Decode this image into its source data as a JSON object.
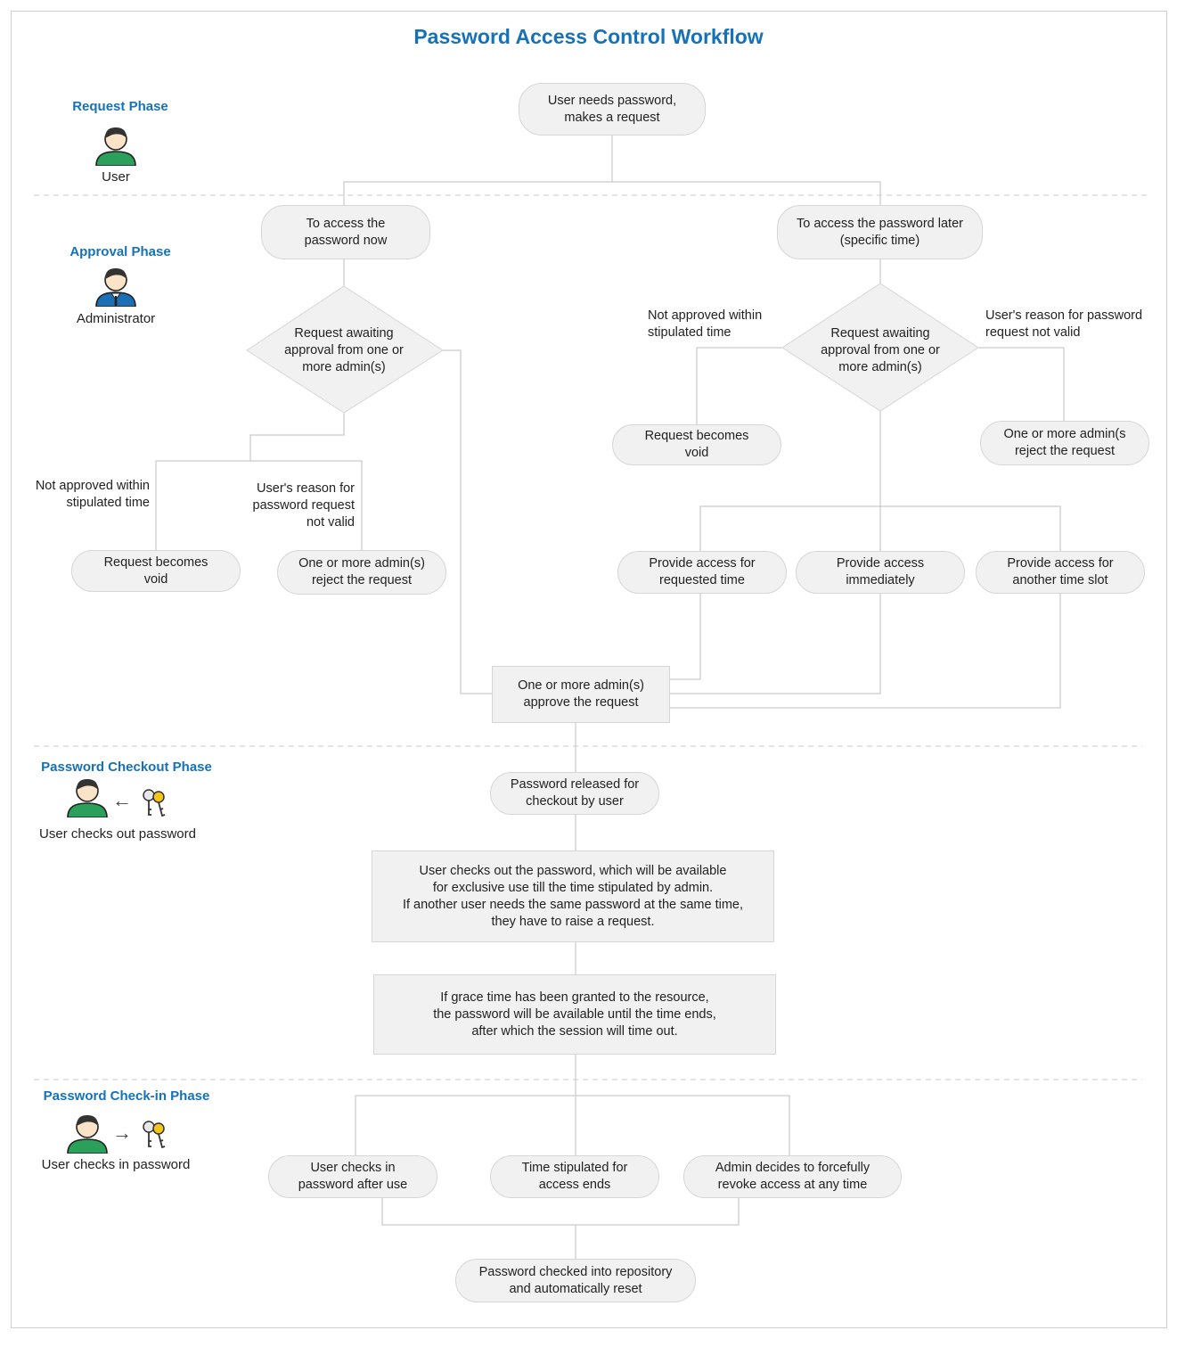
{
  "title": "Password Access Control Workflow",
  "phases": {
    "request": {
      "label": "Request Phase",
      "role": "User"
    },
    "approval": {
      "label": "Approval Phase",
      "role": "Administrator"
    },
    "checkout": {
      "label": "Password Checkout Phase",
      "role": "User checks out password"
    },
    "checkin": {
      "label": "Password Check-in Phase",
      "role": "User checks in password"
    }
  },
  "nodes": {
    "start": "User needs password,\nmakes a request",
    "access_now": "To access the\npassword now",
    "access_later": "To access the password later\n(specific time)",
    "decision_left": "Request awaiting\napproval from one or\nmore admin(s)",
    "decision_right": "Request awaiting\napproval from one or\nmore admin(s)",
    "void_left": "Request becomes\nvoid",
    "reject_left": "One or more admin(s)\nreject the request",
    "void_right": "Request becomes\nvoid",
    "reject_right": "One or more admin(s\nreject the request",
    "provide_requested": "Provide access for\nrequested time",
    "provide_immediately": "Provide access\nimmediately",
    "provide_another": "Provide access for\nanother time slot",
    "approve": "One or more admin(s)\napprove the request",
    "released": "Password released for\ncheckout by user",
    "checkout_desc": "User checks out the password, which will be available\nfor exclusive use till the time stipulated by admin.\nIf another user needs the same password at the same time,\nthey have to raise a request.",
    "grace_desc": "If grace time has been granted to the resource,\nthe password will be available until the time ends,\nafter which the session will time out.",
    "checkin_user": "User checks in\npassword after use",
    "time_ends": "Time stipulated for\naccess ends",
    "admin_revoke": "Admin decides to forcefully\nrevoke access at any time",
    "checked_in": "Password checked into repository\nand automatically reset"
  },
  "labels": {
    "left_not_approved": "Not approved within\nstipulated time",
    "left_reason_invalid": "User's reason for\npassword request\nnot valid",
    "right_not_approved": "Not approved within\nstipulated time",
    "right_reason_invalid": "User's reason for password\nrequest not valid"
  },
  "colors": {
    "accent": "#1672b8",
    "user_icon": "#2aa05a",
    "admin_icon": "#1a6fb5",
    "node_fill": "#f1f1f2",
    "line": "#c9c9c9"
  },
  "icons": [
    "user-icon",
    "administrator-icon",
    "keys-icon",
    "arrow-left-icon",
    "arrow-right-icon"
  ]
}
